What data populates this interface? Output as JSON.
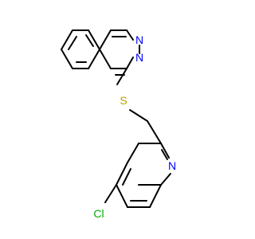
{
  "atoms": {
    "n2": {
      "label": "N",
      "color": "#0000ff"
    },
    "n3": {
      "label": "N",
      "color": "#0000ff"
    },
    "s": {
      "label": "S",
      "color": "#b8a000"
    },
    "n_pyridine": {
      "label": "N",
      "color": "#0000ff"
    },
    "cl": {
      "label": "Cl",
      "color": "#00b000"
    }
  },
  "bond_color": "#000000",
  "background": "#ffffff"
}
